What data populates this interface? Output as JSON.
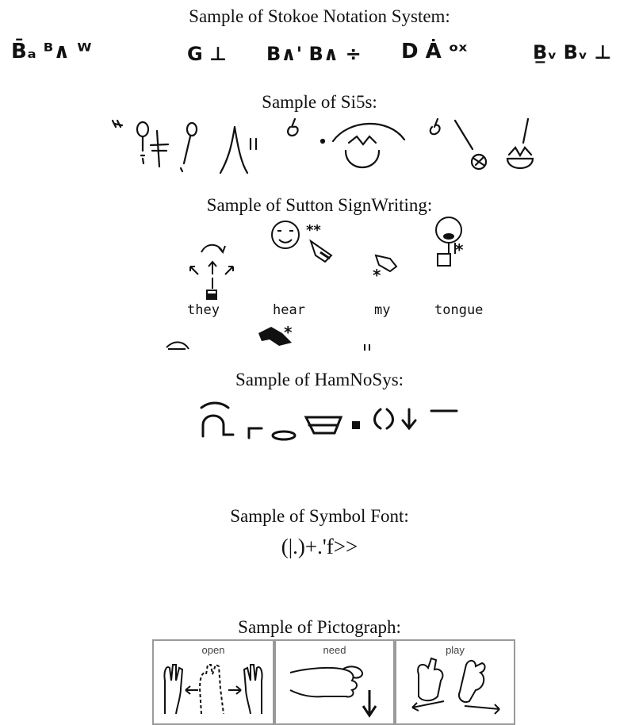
{
  "sections": {
    "stokoe": {
      "heading": "Sample of Stokoe Notation System:",
      "groups": [
        "B̄ₐ ᴮ∧ ᵂ",
        "G ⊥",
        "B∧' B∧ ÷",
        "D Ȧ ᵒˣ",
        "B̲ᵥ Bᵥ ⊥"
      ]
    },
    "si5s": {
      "heading": "Sample of Si5s:"
    },
    "sutton": {
      "heading": "Sample of Sutton SignWriting:",
      "words": [
        "they",
        "hear",
        "my",
        "tongue"
      ]
    },
    "hamnosys": {
      "heading": "Sample of HamNoSys:"
    },
    "symbol_font": {
      "heading": "Sample of Symbol Font:",
      "text": "(|.)+.'f>>"
    },
    "pictograph": {
      "heading": "Sample of Pictograph:",
      "panels": [
        {
          "label": "open"
        },
        {
          "label": "need"
        },
        {
          "label": "play"
        }
      ]
    }
  },
  "colors": {
    "text": "#111111",
    "panel_border": "#9a9a9a",
    "background": "#ffffff"
  }
}
